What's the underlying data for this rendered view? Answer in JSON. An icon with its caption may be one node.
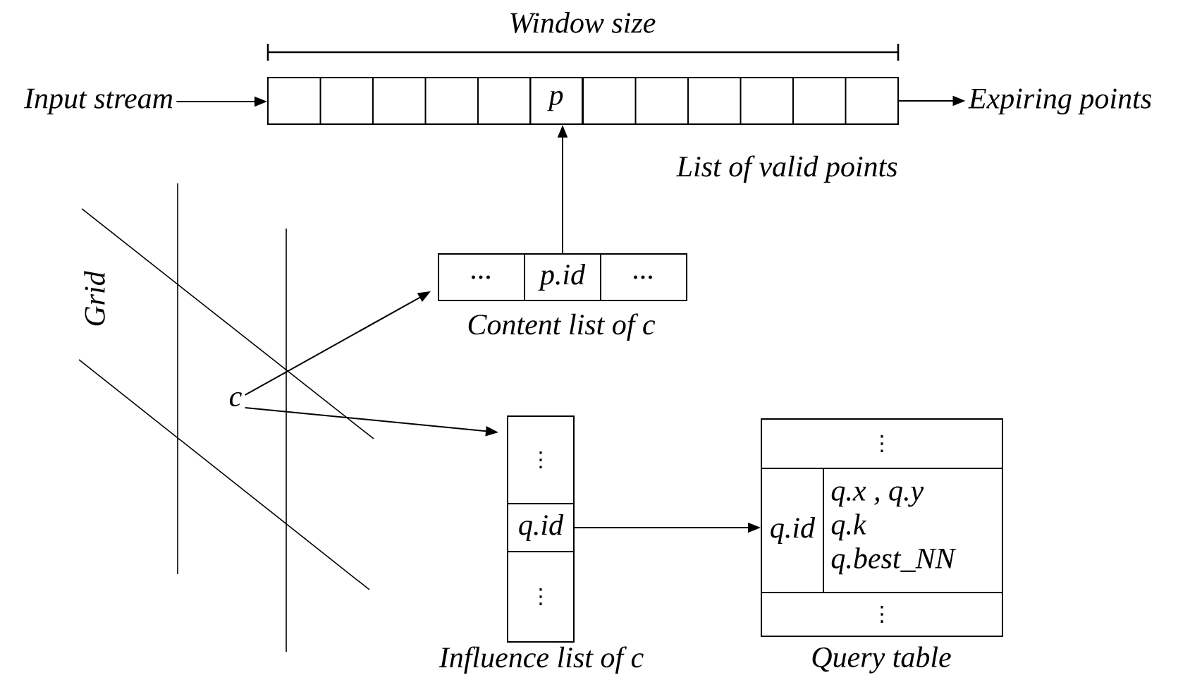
{
  "diagram": {
    "nodes": [
      {
        "text": [
          "Input stream"
        ]
      },
      {
        "text": [
          "List of valid points"
        ]
      },
      {
        "text": [
          "p"
        ],
        "in": 1
      },
      {
        "text": [
          "Expiring points"
        ]
      },
      {
        "text": [
          "Content list of c"
        ]
      },
      {
        "text": [
          "..."
        ],
        "in": 4
      },
      {
        "text": [
          "p.id"
        ],
        "in": 4
      },
      {
        "text": [
          "..."
        ],
        "in": 4
      },
      {
        "text": [
          "c"
        ]
      },
      {
        "text": [
          "Influence list of c"
        ]
      },
      {
        "text": [
          "⋮"
        ],
        "in": 9
      },
      {
        "text": [
          "q.id"
        ],
        "in": 9
      },
      {
        "text": [
          "⋮"
        ],
        "in": 9
      },
      {
        "text": [
          "Query table"
        ]
      },
      {
        "text": [
          "⋮"
        ],
        "in": 13
      },
      {
        "text": [
          "q.id"
        ],
        "in": 13
      },
      {
        "text": [
          "q.x , q.y",
          "q.k",
          "q.best_NN"
        ],
        "in": 13
      },
      {
        "text": [
          "⋮"
        ],
        "in": 13
      }
    ],
    "edges": [
      {
        "from": 0,
        "to": 1,
        "arrow": "to"
      },
      {
        "from": 1,
        "to": 3,
        "arrow": "to"
      },
      {
        "from": 6,
        "to": 2,
        "arrow": "to"
      },
      {
        "from": 8,
        "to": 4,
        "arrow": "to"
      },
      {
        "from": 8,
        "to": 9,
        "arrow": "to"
      },
      {
        "from": 11,
        "to": 15,
        "arrow": "to"
      }
    ],
    "labels": [
      "Window size",
      "Grid"
    ]
  }
}
